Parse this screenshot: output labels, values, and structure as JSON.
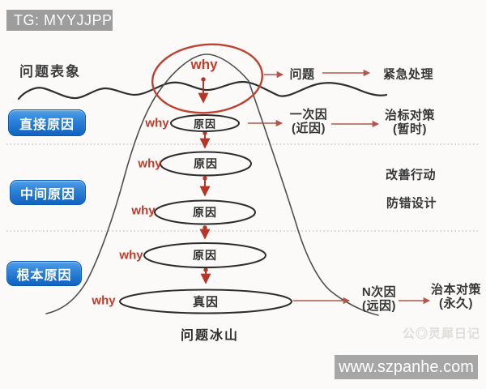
{
  "top_banner": {
    "text": "TG: MYYJJPP"
  },
  "footer_banner": {
    "text": "www.szpanhe.com"
  },
  "watermark": {
    "text": "公◎灵犀日记"
  },
  "diagram": {
    "title": "问题冰山",
    "surface_label": "问题表象",
    "why_top": "why",
    "whys": [
      "why",
      "why",
      "why",
      "why",
      "why"
    ],
    "nodes": [
      "原因",
      "原因",
      "原因",
      "原因",
      "真因"
    ],
    "side_labels": [
      "直接原因",
      "中间原因",
      "根本原因"
    ],
    "right_flow": {
      "problem": "问题",
      "urgent": "紧急处理",
      "first_cause": "一次因",
      "first_cause_sub": "(近因)",
      "symptomatic": "治标对策",
      "symptomatic_sub": "(暂时)",
      "improve": "改善行动",
      "error_proof": "防错设计",
      "nth_cause": "N次因",
      "nth_cause_sub": "(远因)",
      "permanent": "治本对策",
      "permanent_sub": "(永久)"
    },
    "colors": {
      "accent_red": "#bf3b2a",
      "arrow_red": "#b2564a",
      "node_stroke": "#2d2d2d",
      "label_blue": "#1063c2",
      "banner_gray": "#9d9d9d"
    }
  }
}
